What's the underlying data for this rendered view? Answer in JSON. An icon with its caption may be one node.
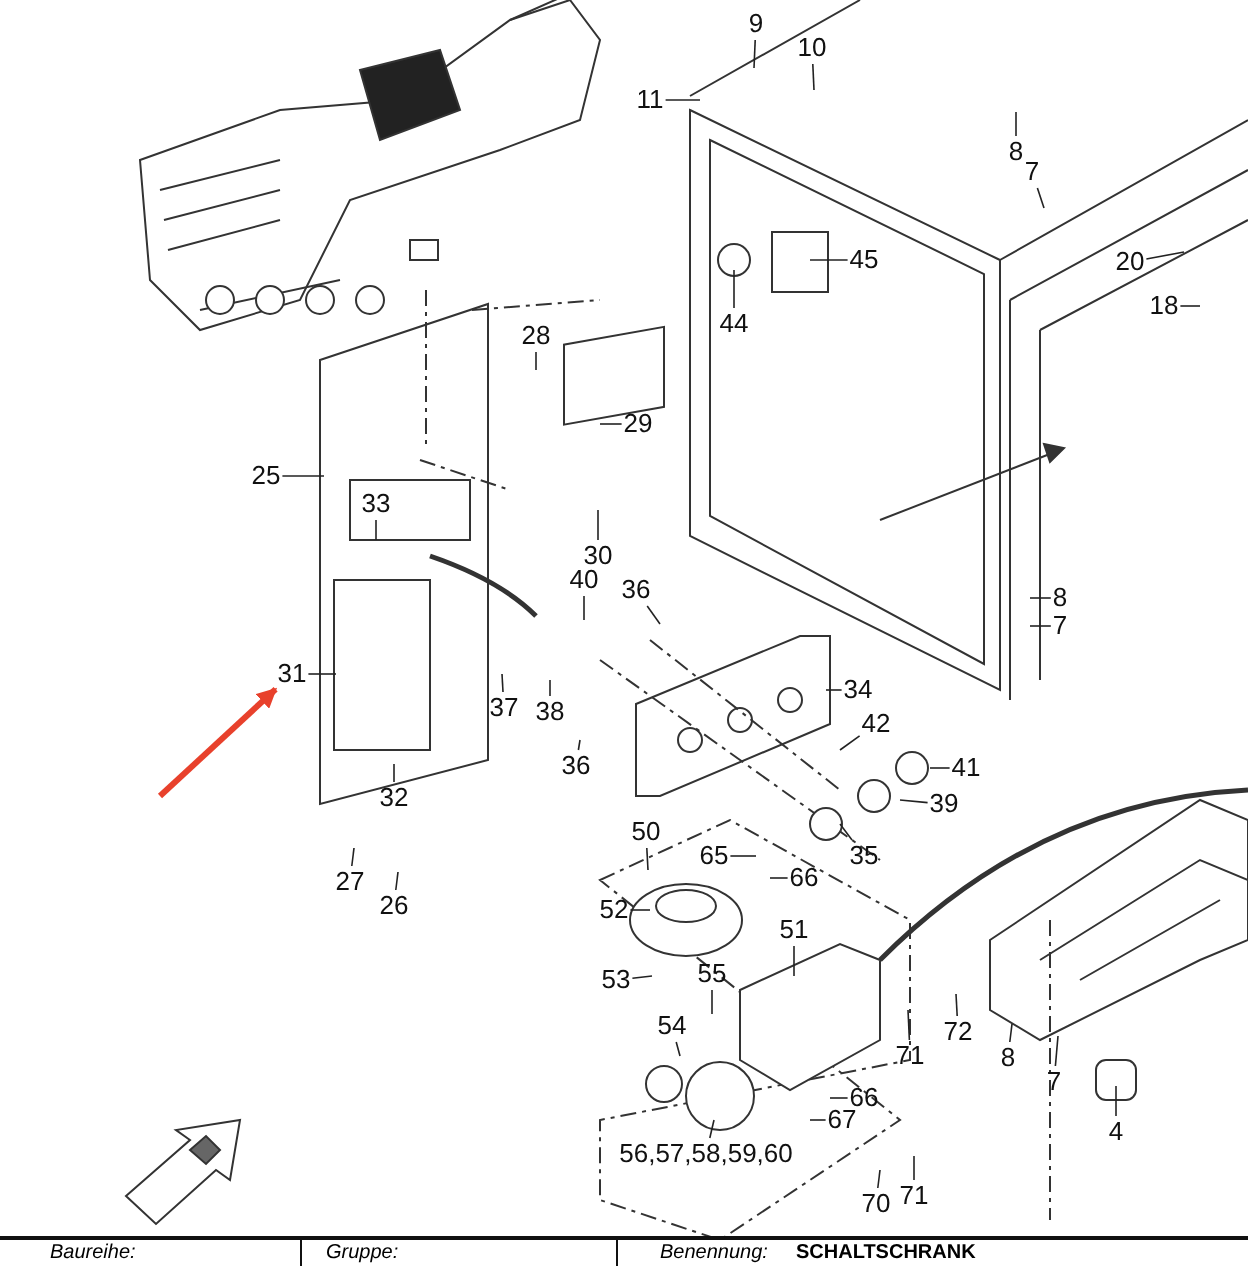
{
  "diagram": {
    "nodes": [
      {
        "text": [
          "9"
        ]
      },
      {
        "text": [
          "10"
        ]
      },
      {
        "text": [
          "11"
        ]
      },
      {
        "text": [
          "8"
        ]
      },
      {
        "text": [
          "7"
        ]
      },
      {
        "text": [
          "20"
        ]
      },
      {
        "text": [
          "18"
        ]
      },
      {
        "text": [
          "45"
        ]
      },
      {
        "text": [
          "44"
        ]
      },
      {
        "text": [
          "28"
        ]
      },
      {
        "text": [
          "29"
        ]
      },
      {
        "text": [
          "25"
        ]
      },
      {
        "text": [
          "33"
        ]
      },
      {
        "text": [
          "30"
        ]
      },
      {
        "text": [
          "40"
        ]
      },
      {
        "text": [
          "36"
        ]
      },
      {
        "text": [
          "8"
        ]
      },
      {
        "text": [
          "7"
        ]
      },
      {
        "text": [
          "31"
        ]
      },
      {
        "text": [
          "37"
        ]
      },
      {
        "text": [
          "38"
        ]
      },
      {
        "text": [
          "34"
        ]
      },
      {
        "text": [
          "42"
        ]
      },
      {
        "text": [
          "36"
        ]
      },
      {
        "text": [
          "41"
        ]
      },
      {
        "text": [
          "32"
        ]
      },
      {
        "text": [
          "39"
        ]
      },
      {
        "text": [
          "50"
        ]
      },
      {
        "text": [
          "65"
        ]
      },
      {
        "text": [
          "35"
        ]
      },
      {
        "text": [
          "27"
        ]
      },
      {
        "text": [
          "66"
        ]
      },
      {
        "text": [
          "26"
        ]
      },
      {
        "text": [
          "52"
        ]
      },
      {
        "text": [
          "51"
        ]
      },
      {
        "text": [
          "55"
        ]
      },
      {
        "text": [
          "53"
        ]
      },
      {
        "text": [
          "54"
        ]
      },
      {
        "text": [
          "72"
        ]
      },
      {
        "text": [
          "71"
        ]
      },
      {
        "text": [
          "8"
        ]
      },
      {
        "text": [
          "7"
        ]
      },
      {
        "text": [
          "66"
        ]
      },
      {
        "text": [
          "67"
        ]
      },
      {
        "text": [
          "4"
        ]
      },
      {
        "text": [
          "56,57,58,59,60"
        ]
      },
      {
        "text": [
          "71"
        ]
      },
      {
        "text": [
          "70"
        ]
      }
    ],
    "edges": [
      {
        "from": 0,
        "to": null,
        "arrow": "none"
      },
      {
        "from": 1,
        "to": null,
        "arrow": "none"
      },
      {
        "from": 2,
        "to": null,
        "arrow": "none"
      },
      {
        "from": 3,
        "to": null,
        "arrow": "none"
      },
      {
        "from": 4,
        "to": null,
        "arrow": "none"
      },
      {
        "from": 5,
        "to": null,
        "arrow": "none"
      },
      {
        "from": 6,
        "to": null,
        "arrow": "none"
      },
      {
        "from": 7,
        "to": null,
        "arrow": "none"
      },
      {
        "from": 8,
        "to": null,
        "arrow": "none"
      },
      {
        "from": 9,
        "to": null,
        "arrow": "none"
      },
      {
        "from": 10,
        "to": null,
        "arrow": "none"
      },
      {
        "from": 11,
        "to": null,
        "arrow": "none"
      },
      {
        "from": 12,
        "to": null,
        "arrow": "none"
      },
      {
        "from": 13,
        "to": null,
        "arrow": "none"
      },
      {
        "from": 14,
        "to": null,
        "arrow": "none"
      },
      {
        "from": 15,
        "to": null,
        "arrow": "none"
      },
      {
        "from": 16,
        "to": null,
        "arrow": "none"
      },
      {
        "from": 17,
        "to": null,
        "arrow": "none"
      },
      {
        "from": 18,
        "to": null,
        "arrow": "none"
      },
      {
        "from": 19,
        "to": null,
        "arrow": "none"
      },
      {
        "from": 20,
        "to": null,
        "arrow": "none"
      },
      {
        "from": 21,
        "to": null,
        "arrow": "none"
      },
      {
        "from": 22,
        "to": null,
        "arrow": "none"
      },
      {
        "from": 23,
        "to": null,
        "arrow": "none"
      },
      {
        "from": 24,
        "to": null,
        "arrow": "none"
      },
      {
        "from": 25,
        "to": null,
        "arrow": "none"
      },
      {
        "from": 26,
        "to": null,
        "arrow": "none"
      },
      {
        "from": 27,
        "to": null,
        "arrow": "none"
      },
      {
        "from": 28,
        "to": null,
        "arrow": "none"
      },
      {
        "from": 29,
        "to": null,
        "arrow": "none"
      },
      {
        "from": 30,
        "to": null,
        "arrow": "none"
      },
      {
        "from": 31,
        "to": null,
        "arrow": "none"
      },
      {
        "from": 32,
        "to": null,
        "arrow": "none"
      },
      {
        "from": 33,
        "to": null,
        "arrow": "none"
      },
      {
        "from": 34,
        "to": null,
        "arrow": "none"
      },
      {
        "from": 35,
        "to": null,
        "arrow": "none"
      },
      {
        "from": 36,
        "to": null,
        "arrow": "none"
      },
      {
        "from": 37,
        "to": null,
        "arrow": "none"
      },
      {
        "from": 38,
        "to": null,
        "arrow": "none"
      },
      {
        "from": 39,
        "to": null,
        "arrow": "none"
      },
      {
        "from": 40,
        "to": null,
        "arrow": "none"
      },
      {
        "from": 41,
        "to": null,
        "arrow": "none"
      },
      {
        "from": 42,
        "to": null,
        "arrow": "none"
      },
      {
        "from": 43,
        "to": null,
        "arrow": "none"
      },
      {
        "from": 44,
        "to": null,
        "arrow": "none"
      },
      {
        "from": 45,
        "to": null,
        "arrow": "none"
      },
      {
        "from": 46,
        "to": null,
        "arrow": "none"
      },
      {
        "from": 47,
        "to": null,
        "arrow": "none"
      },
      {
        "from": null,
        "to": 18,
        "arrow": "to",
        "style": "thick",
        "color": "#e8412c"
      }
    ],
    "labels": [
      "Baureihe:",
      "Gruppe:",
      "Benennung:",
      "SCHALTSCHRANK"
    ]
  }
}
